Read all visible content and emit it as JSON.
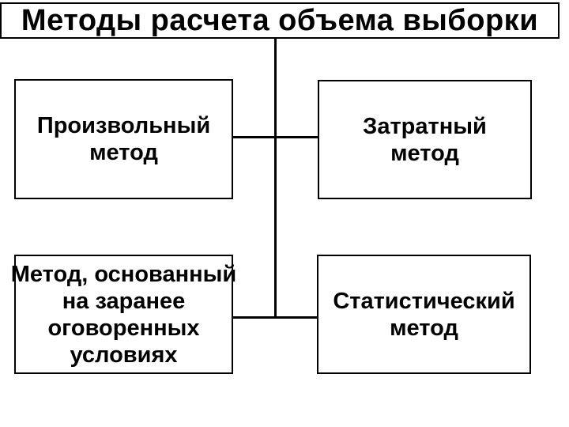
{
  "slide": {
    "title": "Методы расчета объема выборки"
  },
  "boxes": [
    {
      "id": "arbitrary",
      "label": "Произвольный\nметод"
    },
    {
      "id": "cost",
      "label": "Затратный\nметод"
    },
    {
      "id": "preagreed",
      "label": "Метод, основанный\nна заранее\nоговоренных\nусловиях"
    },
    {
      "id": "statistical",
      "label": "Статистический\nметод"
    }
  ],
  "colors": {
    "line": "#000000",
    "background": "#ffffff",
    "text": "#000000"
  }
}
